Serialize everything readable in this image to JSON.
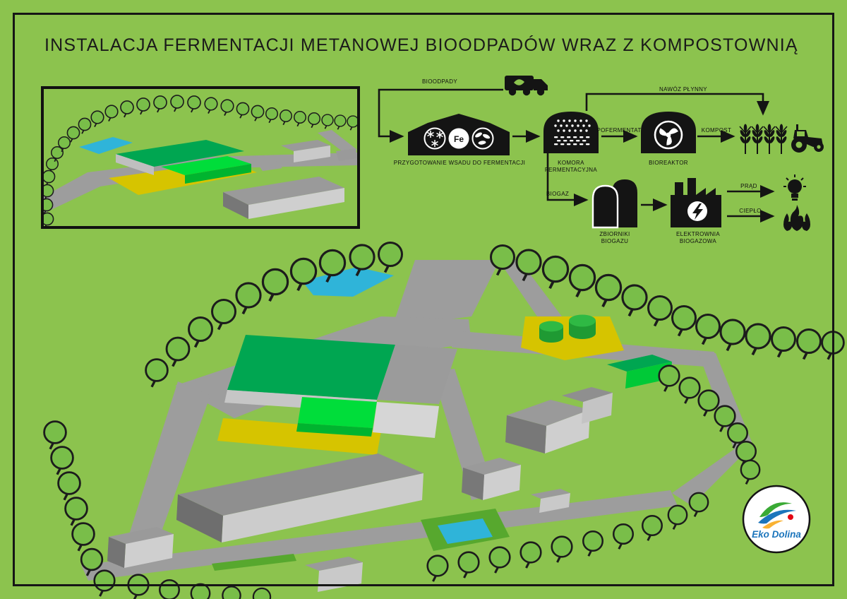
{
  "title": "INSTALACJA FERMENTACJI METANOWEJ BIOODPADÓW WRAZ Z KOMPOSTOWNIĄ",
  "flow": {
    "input_label": "BIOODPADY",
    "step_preparation": "PRZYGOTOWANIE WSADU DO FERMENTACJI",
    "step_chamber": "KOMORA\nFERMENTACYJNA",
    "arrow_digestate": "POFERMENTAT",
    "step_bioreactor": "BIOREAKTOR",
    "arrow_liquid_fertilizer": "NAWÓZ PŁYNNY",
    "arrow_compost": "KOMPOST",
    "arrow_biogas": "BIOGAZ",
    "step_tanks": "ZBIORNIKI\nBIOGAZU",
    "step_power_plant": "ELEKTROWNIA\nBIOGAZOWA",
    "output_electricity": "PRĄD",
    "output_heat": "CIEPŁO",
    "fe_symbol": "Fe"
  },
  "logo_text": "Eko Dolina",
  "colors": {
    "background": "#8CC34E",
    "ink": "#141414",
    "road_gray": "#9D9D9D",
    "building_gray": "#9B9B9B",
    "roof_green": "#00A651",
    "roof_bright_green": "#00DD3A",
    "ground_yellow": "#D6C400",
    "water_cyan": "#2FB4D9",
    "tree_green": "#79BE49",
    "logo_blue": "#1B75BC"
  }
}
